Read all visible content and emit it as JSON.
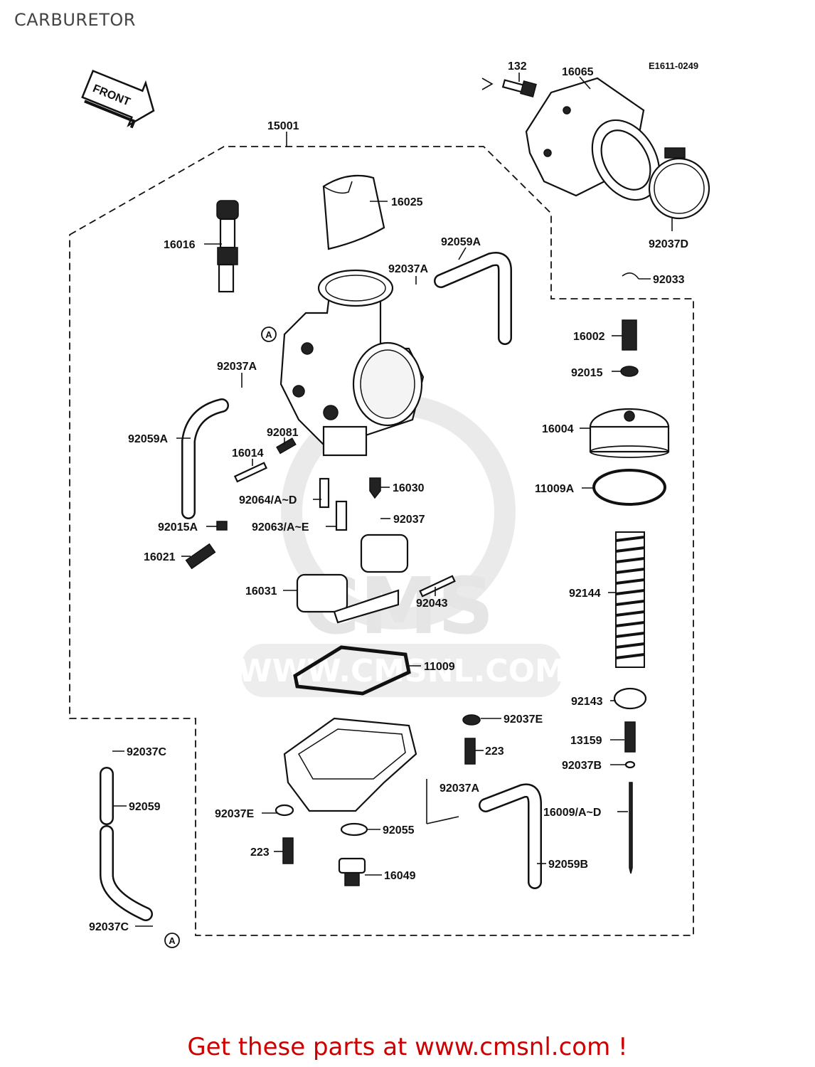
{
  "page": {
    "title": "CARBURETOR"
  },
  "diagram": {
    "code": "E1611-0249",
    "front_label": "FRONT",
    "ref_marker": "A",
    "labels": {
      "l132": "132",
      "l16065": "16065",
      "l15001": "15001",
      "l16025": "16025",
      "l16016": "16016",
      "l92059A_top": "92059A",
      "l92037A_top": "92037A",
      "l92037D": "92037D",
      "l92033": "92033",
      "l16002": "16002",
      "l92037A_mid": "92037A",
      "l92015": "92015",
      "l92059A_left": "92059A",
      "l92081": "92081",
      "l16014": "16014",
      "l16004": "16004",
      "l16030": "16030",
      "l92064": "92064/A~D",
      "l11009A": "11009A",
      "l92015A": "92015A",
      "l92063": "92063/A~E",
      "l92037": "92037",
      "l16021": "16021",
      "l16031": "16031",
      "l92144": "92144",
      "l92043": "92043",
      "l11009": "11009",
      "l92143": "92143",
      "l92037E_r": "92037E",
      "l13159": "13159",
      "l92037C_top": "92037C",
      "l223_r": "223",
      "l92037B": "92037B",
      "l92059": "92059",
      "l92037A_low": "92037A",
      "l16009": "16009/A~D",
      "l92037E_l": "92037E",
      "l92055": "92055",
      "l223_l": "223",
      "l92059B": "92059B",
      "l16049": "16049",
      "l92037C_bot": "92037C"
    }
  },
  "watermark": {
    "text": "WWW.CMSNL.COM",
    "logo": "CMS"
  },
  "footer": {
    "cta": "Get these parts at www.cmsnl.com !"
  },
  "colors": {
    "cta": "#cc0000",
    "watermark": "#d9d9d9",
    "ink": "#111111"
  }
}
